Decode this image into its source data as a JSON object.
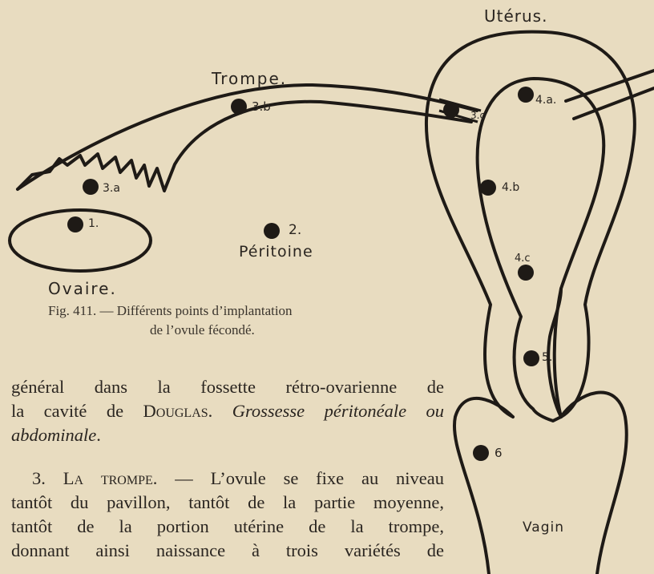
{
  "labels": {
    "uterus": "Utérus.",
    "trompe": "Trompe.",
    "ovaire": "Ovaire.",
    "peritoine": "Péritoine",
    "vagin": "Vagin",
    "p1": "1.",
    "p2": "2.",
    "p3a": "3.a",
    "p3b": "3.b",
    "p3c": "3.c",
    "p4a": "4.a.",
    "p4b": "4.b",
    "p4c": "4.c",
    "p5": "5.",
    "p6": "6"
  },
  "caption": {
    "line1": "Fig. 411. — Différents points d’implantation",
    "line2": "de l’ovule fécondé."
  },
  "para1": {
    "line1": "général dans la fossette rétro-ovarienne de",
    "line2_prefix": "la cavité de ",
    "line2_name": "Douglas",
    "line2_period": ". ",
    "line2_italic": "Grossesse péritonéale ou",
    "line3_italic": "abdominale",
    "line3_end": "."
  },
  "para2": {
    "line1_num": "3. ",
    "line1_title": "La trompe",
    "line1_rest": ". — L’ovule se fixe au niveau",
    "line2": "tantôt du pavillon, tantôt de la partie moyenne,",
    "line3": "tantôt de la portion utérine de la trompe,",
    "line4": "donnant ainsi naissance à trois variétés de"
  }
}
